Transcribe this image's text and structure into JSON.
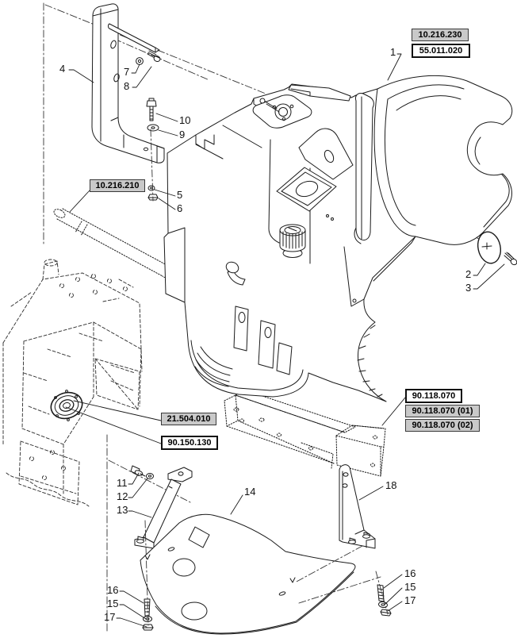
{
  "figure": {
    "kind": "exploded-parts-diagram",
    "subject": "fuel tank, brackets and skid plate assembly",
    "background": "#ffffff",
    "line_color": "#1a1a1a"
  },
  "colors": {
    "box_gray_fill": "#c9c9c9",
    "box_border": "#1a1a1a",
    "line": "#1a1a1a"
  },
  "ref_boxes": {
    "b1": "10.216.230",
    "b2": "55.011.020",
    "b3": "10.216.210",
    "b4": "21.504.010",
    "b5": "90.150.130",
    "b6": "90.118.070",
    "b7": "90.118.070 (01)",
    "b8": "90.118.070 (02)"
  },
  "callouts": {
    "n1": "1",
    "n2": "2",
    "n3": "3",
    "n4": "4",
    "n5": "5",
    "n6": "6",
    "n7": "7",
    "n8": "8",
    "n9": "9",
    "n10": "10",
    "n11": "11",
    "n12": "12",
    "n13": "13",
    "n14": "14",
    "n18": "18",
    "bl16": "16",
    "bl15": "15",
    "bl17": "17",
    "br16": "16",
    "br15": "15",
    "br17": "17"
  }
}
